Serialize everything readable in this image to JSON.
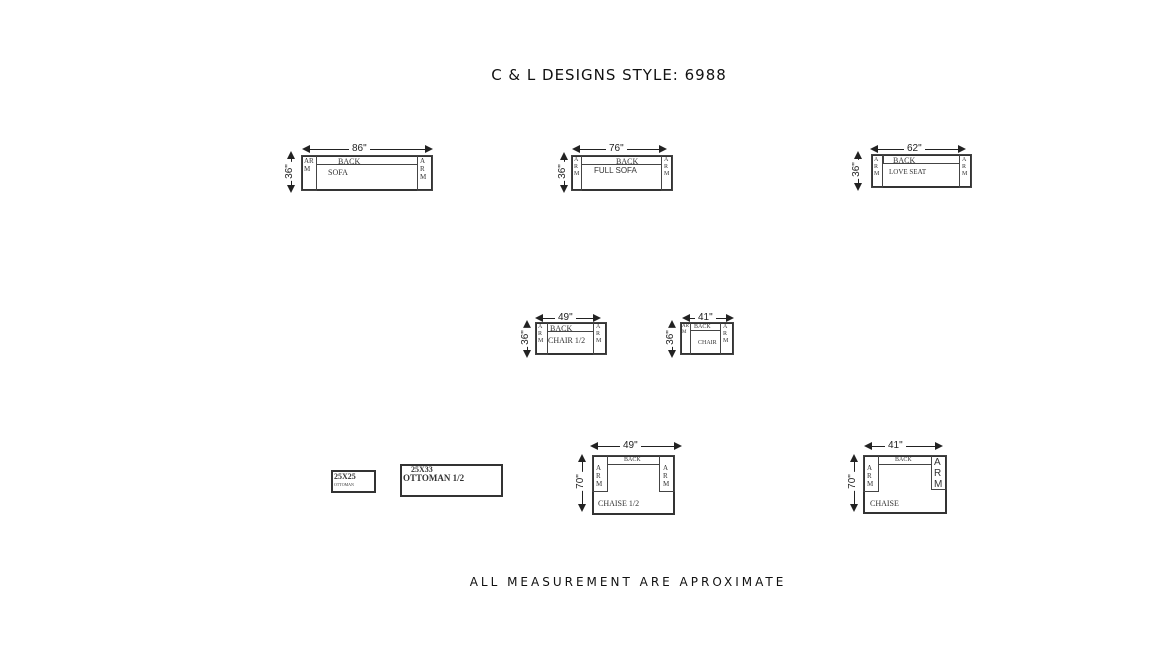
{
  "title": "C & L DESIGNS STYLE: 6988",
  "footer": "ALL MEASUREMENT ARE APROXIMATE",
  "pieces": {
    "sofa": {
      "width": "86\"",
      "depth": "36\"",
      "name": "SOFA",
      "back": "BACK",
      "left_arm": "AR M",
      "right_arm": "ARM"
    },
    "full_sofa": {
      "width": "76\"",
      "depth": "36\"",
      "name": "FULL SOFA",
      "back": "BACK",
      "left_arm": "ARM",
      "right_arm": "ARM"
    },
    "love_seat": {
      "width": "62\"",
      "depth": "36\"",
      "name": "LOVE SEAT",
      "back": "BACK",
      "left_arm": "ARM",
      "right_arm": "ARM"
    },
    "chair_half": {
      "width": "49\"",
      "depth": "36\"",
      "name": "CHAIR 1/2",
      "back": "BACK",
      "left_arm": "ARM",
      "right_arm": "ARM"
    },
    "chair": {
      "width": "41\"",
      "depth": "36\"",
      "name": "CHAIR",
      "back": "BACK",
      "left_arm": "ARM",
      "right_arm": "ARM"
    },
    "ottoman": {
      "size": "25X25",
      "name": "OTTOMAN"
    },
    "ottoman_half": {
      "size": "25X33",
      "name": "OTTOMAN 1/2"
    },
    "chaise_half": {
      "width": "49\"",
      "depth": "70\"",
      "name": "CHAISE 1/2",
      "back": "BACK",
      "left_arm": "ARM",
      "right_arm": "ARM"
    },
    "chaise": {
      "width": "41\"",
      "depth": "70\"",
      "name": "CHAISE",
      "back": "BACK",
      "left_arm": "ARM",
      "right_arm": "ARM"
    }
  }
}
